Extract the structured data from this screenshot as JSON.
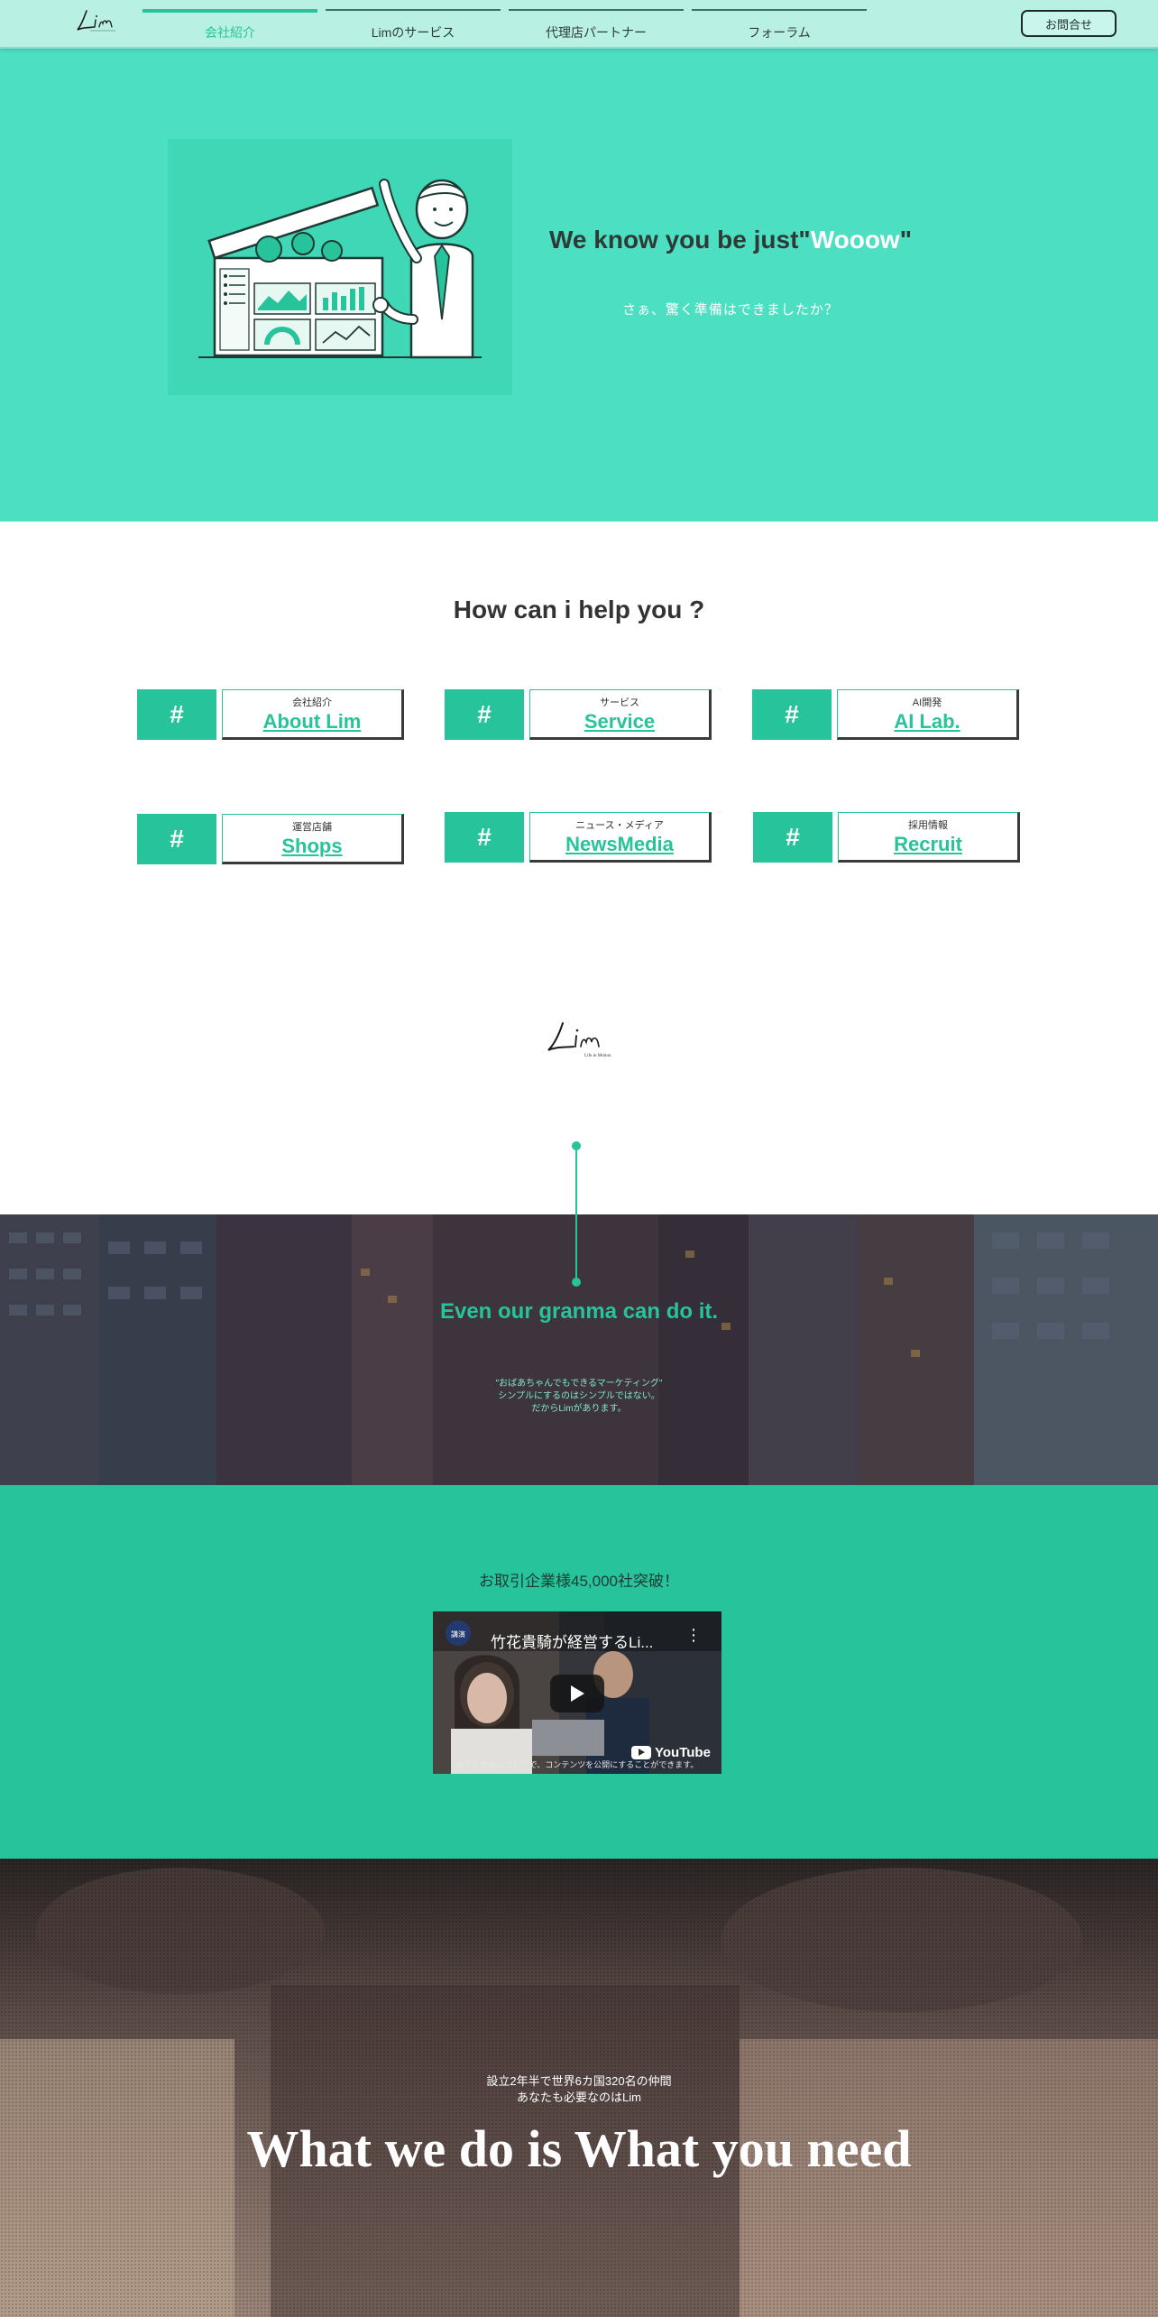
{
  "nav": {
    "logo_text": "Lim",
    "tabs": [
      {
        "label": "会社紹介",
        "active": true
      },
      {
        "label": "Limのサービス",
        "active": false
      },
      {
        "label": "代理店パートナー",
        "active": false
      },
      {
        "label": "フォーラム",
        "active": false
      }
    ],
    "contact_label": "お問合せ"
  },
  "hero": {
    "title_prefix": "We know you be just\"",
    "title_accent": "Wooow",
    "title_suffix": "\"",
    "subtitle": "さぁ、驚く準備はできましたか？"
  },
  "help": {
    "title": "How can i help you ?",
    "cards": [
      {
        "hash": "#",
        "small": "会社紹介",
        "big": "About Lim"
      },
      {
        "hash": "#",
        "small": "サービス",
        "big": "Service"
      },
      {
        "hash": "#",
        "small": "AI開発",
        "big": "AI Lab."
      },
      {
        "hash": "#",
        "small": "運営店舗",
        "big": "Shops"
      },
      {
        "hash": "#",
        "small": "ニュース・メディア",
        "big": "NewsMedia"
      },
      {
        "hash": "#",
        "small": "採用情報",
        "big": "Recruit"
      }
    ]
  },
  "brand": {
    "logo_text": "Lim",
    "tagline": "Life in Motion"
  },
  "city": {
    "title": "Even our granma can do it.",
    "lines": [
      "\"おばあちゃんでもできるマーケティング\"",
      "シンプルにするのはシンプルではない。",
      "だからLimがあります。"
    ]
  },
  "clients": {
    "title": "お取引企業様45,000社突破！",
    "video": {
      "title": "竹花貴騎が経営するLi...",
      "brand": "YouTube",
      "caption": "誰でも簡単にコピペで、コンテンツを公開にすることができます。"
    }
  },
  "what": {
    "line1": "設立2年半で世界6カ国320名の仲間",
    "line2": "あなたも必要なのはLim",
    "title": "What we do is What you need"
  },
  "colors": {
    "accent": "#27c39a",
    "hero_bg": "#4cdfc2",
    "nav_bg": "#b8f1e4"
  }
}
